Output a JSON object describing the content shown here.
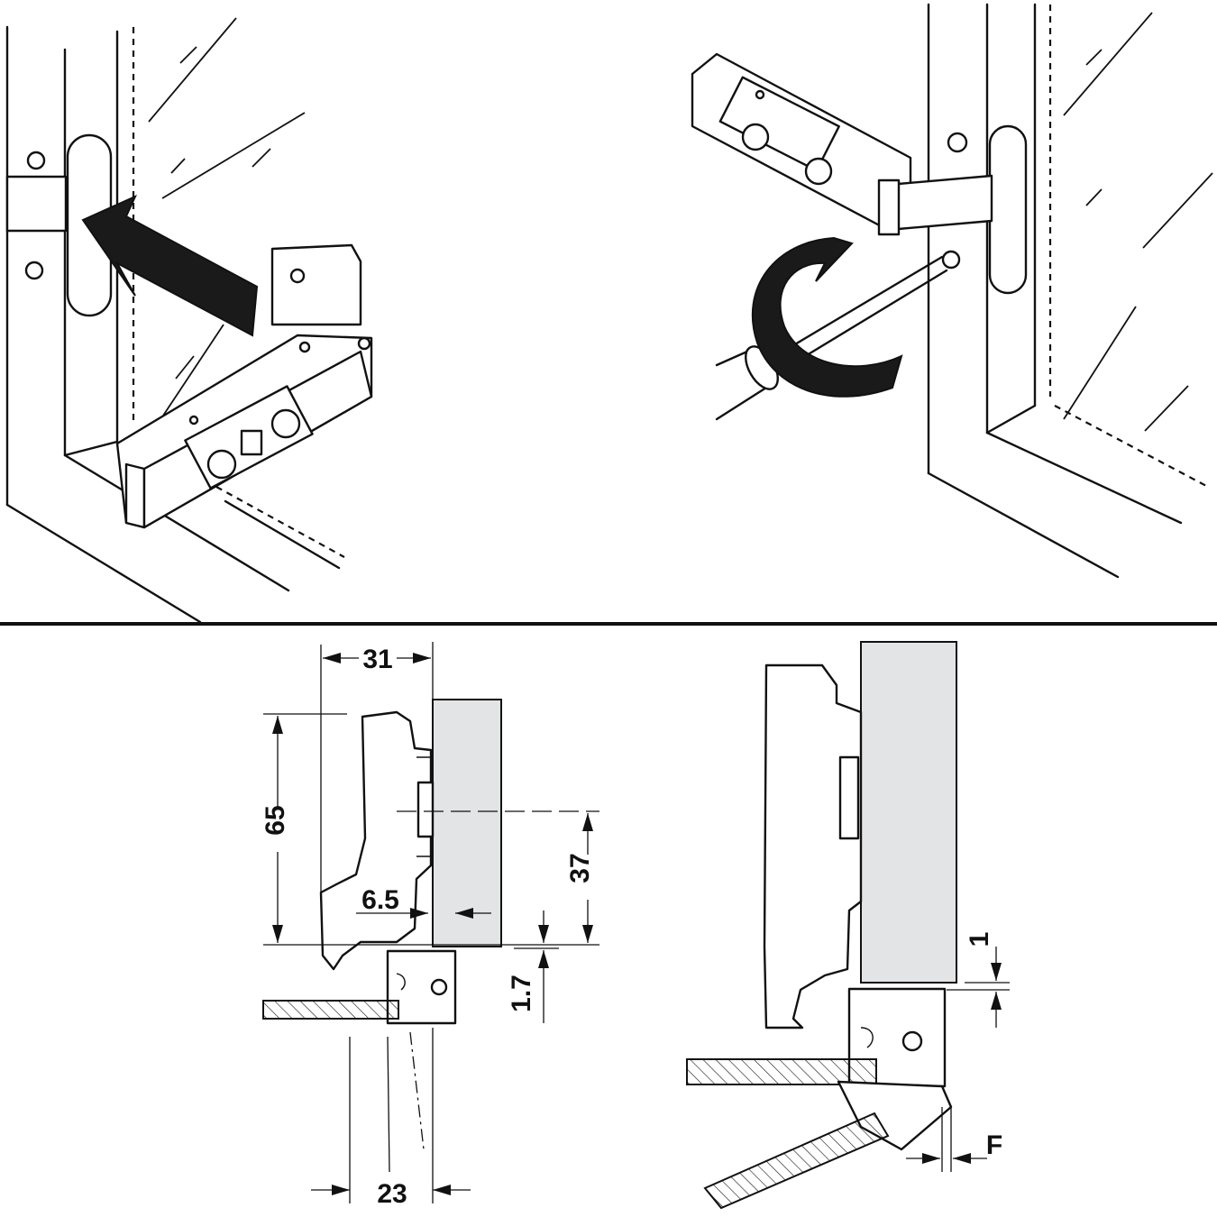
{
  "dimensions": {
    "d31": "31",
    "d65": "65",
    "d37": "37",
    "d6_5": "6.5",
    "d1_7": "1.7",
    "d23": "23",
    "d1": "1",
    "dF": "F"
  }
}
